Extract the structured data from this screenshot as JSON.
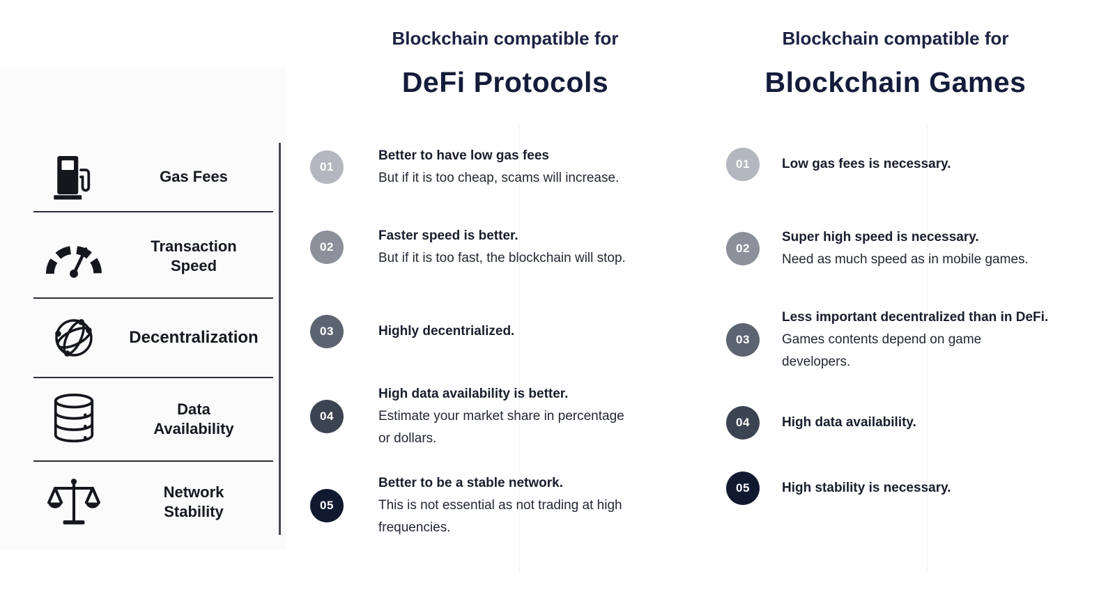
{
  "criteria": {
    "items": [
      {
        "label": "Gas Fees",
        "icon": "fuel-pump-icon"
      },
      {
        "label": "Transaction\nSpeed",
        "icon": "speedometer-icon"
      },
      {
        "label": "Decentralization",
        "icon": "globe-network-icon"
      },
      {
        "label": "Data\nAvailability",
        "icon": "database-icon"
      },
      {
        "label": "Network\nStability",
        "icon": "balance-scale-icon"
      }
    ]
  },
  "defi": {
    "header_small": "Blockchain compatible for",
    "header_large": "DeFi Protocols",
    "items": [
      {
        "number": "01",
        "color": "#b4b7bf",
        "title": "Better to have low gas fees",
        "body": "But if it is too cheap, scams will increase.",
        "body2": ""
      },
      {
        "number": "02",
        "color": "#8b909a",
        "title": "Faster speed is better.",
        "body": "But if it is too fast, the blockchain will stop.",
        "body2": ""
      },
      {
        "number": "03",
        "color": "#5d6471",
        "title": "Highly decentrialized.",
        "body": "",
        "body2": ""
      },
      {
        "number": "04",
        "color": "#3c4452",
        "title": "High data availability is better.",
        "body": "Estimate your market share in percentage",
        "body2": "or dollars."
      },
      {
        "number": "05",
        "color": "#10192f",
        "title": "Better to be a stable network.",
        "body": "This is not essential as not trading at high",
        "body2": "frequencies."
      }
    ]
  },
  "games": {
    "header_small": "Blockchain compatible for",
    "header_large": "Blockchain Games",
    "items": [
      {
        "number": "01",
        "color": "#b4b7bf",
        "title": "Low gas fees is necessary.",
        "body": "",
        "body2": ""
      },
      {
        "number": "02",
        "color": "#8b909a",
        "title": "Super high speed is necessary.",
        "body": "Need as much speed as in mobile games.",
        "body2": ""
      },
      {
        "number": "03",
        "color": "#5d6471",
        "title": "Less important decentralized than in DeFi.",
        "body": "Games contents depend on game",
        "body2": "developers."
      },
      {
        "number": "04",
        "color": "#3c4452",
        "title": "High data availability.",
        "body": "",
        "body2": ""
      },
      {
        "number": "05",
        "color": "#10192f",
        "title": "High stability is necessary.",
        "body": "",
        "body2": ""
      }
    ]
  }
}
